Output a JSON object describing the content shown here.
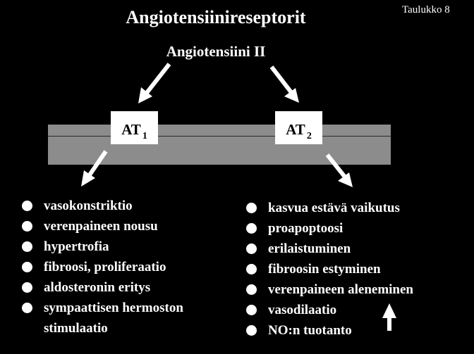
{
  "table_tag": "Taulukko 8",
  "title": "Angiotensiinireseptorit",
  "ligand": "Angiotensiini II",
  "receptors": [
    {
      "name": "AT",
      "subscript": "1"
    },
    {
      "name": "AT",
      "subscript": "2"
    }
  ],
  "at1_effects": [
    "vasokonstriktio",
    "verenpaineen nousu",
    "hypertrofia",
    "fibroosi, proliferaatio",
    "aldosteronin eritys",
    "sympaattisen hermoston",
    "stimulaatio"
  ],
  "at2_effects": [
    "kasvua estävä vaikutus",
    "proapoptoosi",
    "erilaistuminen",
    "fibroosin estyminen",
    "verenpaineen aleneminen",
    "vasodilaatio",
    "NO:n tuotanto"
  ],
  "colors": {
    "background": "#000000",
    "text": "#ffffff",
    "membrane": "#8c8c8c",
    "receptor_box": "#ffffff"
  },
  "icons": [
    "arrow-down-right-icon",
    "arrow-down-left-icon",
    "arrow-up-icon"
  ]
}
